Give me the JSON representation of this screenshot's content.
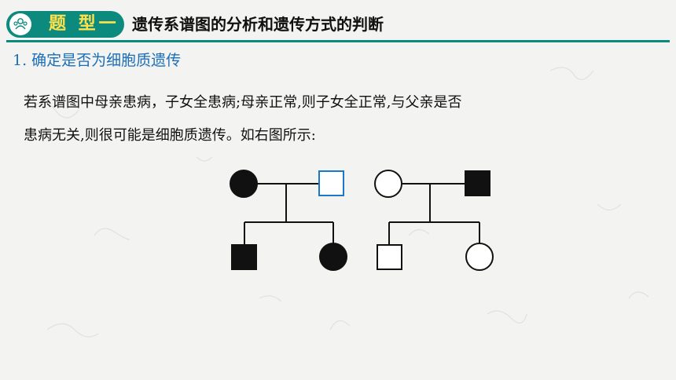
{
  "header": {
    "badge_label": "题 型一",
    "title": "遗传系谱图的分析和遗传方式的判断"
  },
  "subtitle": "1. 确定是否为细胞质遗传",
  "paragraph": {
    "line1": "若系谱图中母亲患病，子女全患病;母亲正常,则子女全正常,与父亲是否",
    "line2": "患病无关,则很可能是细胞质遗传。如右图所示:"
  },
  "colors": {
    "accent": "#0d8a7e",
    "badge_text": "#ffe14a",
    "subtitle": "#1b6fb8",
    "highlight_outline": "#1b78c8",
    "affected": "#111111"
  },
  "pedigrees": [
    {
      "mother": {
        "shape": "circle",
        "status": "affected"
      },
      "father": {
        "shape": "square",
        "status": "unaffected",
        "outline": "blue"
      },
      "children": [
        {
          "shape": "square",
          "status": "affected"
        },
        {
          "shape": "circle",
          "status": "affected"
        }
      ]
    },
    {
      "mother": {
        "shape": "circle",
        "status": "unaffected"
      },
      "father": {
        "shape": "square",
        "status": "affected"
      },
      "children": [
        {
          "shape": "square",
          "status": "unaffected"
        },
        {
          "shape": "circle",
          "status": "unaffected"
        }
      ]
    }
  ]
}
